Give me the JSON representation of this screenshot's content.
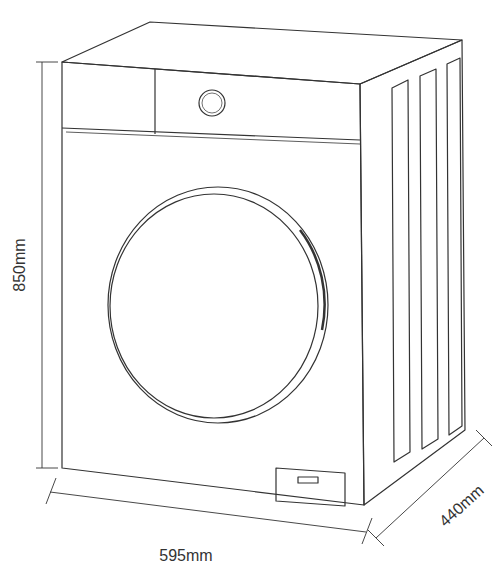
{
  "diagram": {
    "labels": [
      "850mm",
      "595mm",
      "440mm"
    ]
  }
}
